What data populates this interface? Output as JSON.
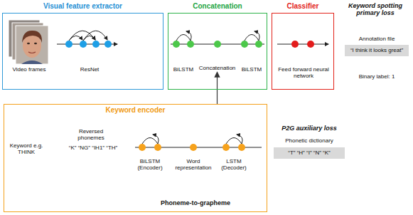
{
  "diagram": {
    "nodes": [
      {
        "text": [
          "Visual feature extractor"
        ]
      },
      {
        "text": [
          "Concatenation"
        ]
      },
      {
        "text": [
          "Concatenation"
        ],
        "in": 1
      },
      {
        "text": [
          "Classifier"
        ]
      },
      {
        "text": [
          "Keyword encoder"
        ]
      },
      {
        "text": [
          "“I think it looks great”"
        ]
      },
      {
        "text": [
          "“T” “H” “I” “N” “K”"
        ]
      }
    ],
    "edges": [
      {
        "from": 4,
        "to": 2,
        "arrow": "to"
      }
    ],
    "labels": [
      "Video frames",
      "ResNet",
      "BiLSTM",
      "BiLSTM",
      "Feed forward neural network",
      "Keyword spotting primary loss",
      "Annotation file",
      "Binary label: 1",
      "Keyword e.g. THINK",
      "Reversed phonemes",
      "“K” “NG” “IH1” “TH”",
      "BiLSTM (Encoder)",
      "Word representation",
      "LSTM (Decoder)",
      "Phoneme-to-grapheme",
      "P2G auxiliary loss",
      "Phonetic dictionary"
    ]
  }
}
